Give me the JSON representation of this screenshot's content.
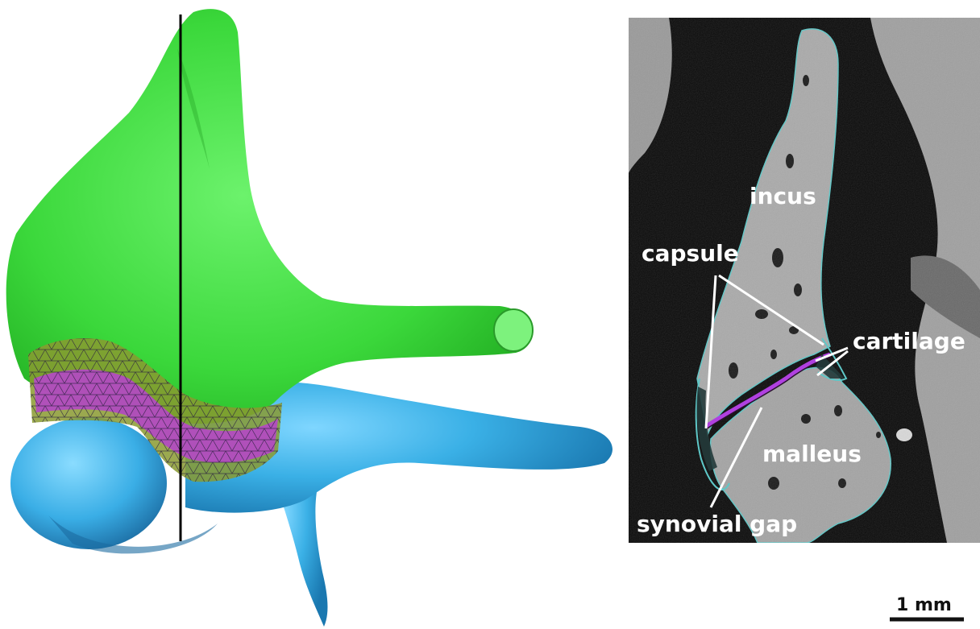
{
  "colors": {
    "incus_model": "#33e033",
    "malleus_model": "#33a8de",
    "cartilage_mesh": "#b24cc0",
    "capsule_mesh": "#8a9a30",
    "section_line": "#000000",
    "ct_background": "#0a0a0a",
    "ct_bone": "#a8a8a8",
    "label_text": "#ffffff",
    "outline_teal": "#5ec8c8",
    "outline_purple": "#b040e0"
  },
  "labels": {
    "incus": "incus",
    "capsule": "capsule",
    "cartilage": "cartilage",
    "malleus": "malleus",
    "synovial_gap": "synovial gap"
  },
  "scale_bar": {
    "label": "1 mm"
  }
}
